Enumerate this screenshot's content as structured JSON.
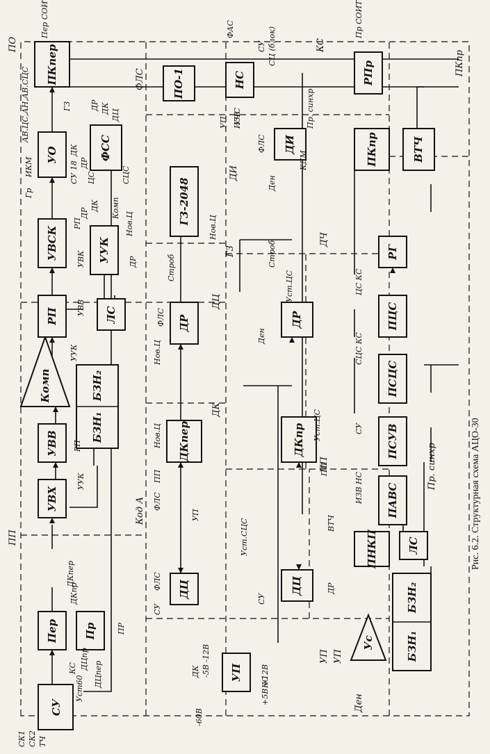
{
  "caption": "Рис. 6.2. Структурная схема АЦО-30",
  "blocks": {
    "su": "СУ",
    "per": "Пер",
    "pr": "Пр",
    "uvkh": "УВХ",
    "uvv": "УВВ",
    "komp": "Комп",
    "bzn1": "БЗН₁",
    "bzn2": "БЗН₂",
    "rp": "РП",
    "uvsk": "УВСК",
    "uo": "УО",
    "pkper": "ПКпер",
    "ls1": "ЛС",
    "uuk": "УУК",
    "fss": "ФСС",
    "po1": "ПО-1",
    "ns": "НС",
    "g3": "Г3-2048",
    "dr1": "ДР",
    "dkper": "ДКпер",
    "dc1": "ДЦ",
    "up": "УП",
    "di": "ДИ",
    "dr2": "ДР",
    "dkpr": "ДКпр",
    "dc2": "ДЦ",
    "pnkp": "ПНКП",
    "ls2": "ЛС",
    "us": "Ус",
    "bzn1b": "БЗН₁",
    "bzn2b": "БЗН₂",
    "rpr": "РПр",
    "pkpr": "ПКпр",
    "vtch": "ВТЧ",
    "rg": "РГ",
    "pcs": "ПЦС",
    "pscs": "ПСЦС",
    "psuv": "ПСУВ",
    "pavs": "ПАВС"
  },
  "zones": {
    "pp": "ПП",
    "po": "ПО",
    "fls": "ФЛС",
    "g3": "Г3",
    "dc": "ДЦ",
    "dk": "ДК",
    "up": "УП",
    "ks": "КС",
    "di": "ДИ",
    "dch": "ДЧ",
    "pp2": "ПП",
    "pkpr": "ПКпр",
    "pr_sinkhr": "Пр. синхр",
    "up2": "УП",
    "den": "Ден",
    "kod_a": "Код А"
  },
  "signals": {
    "per_soit": "Пер СОИТ",
    "pr_soit": "Пр СОИТ",
    "fas": "ФАС",
    "uchs": "УЧС",
    "su_top": "СУ",
    "sc_top": "СЦ (блок)",
    "av_tops": "АВ.ЦС,АН,АВ.СЦС",
    "gr": "Гр",
    "ikm": "ИКМ",
    "su18": "СУ 18",
    "g3a": "Г3",
    "g3b": "Г3",
    "g3c": "Г3",
    "g3d": "Г3",
    "dk_a": "ДК",
    "dr_a": "ДР",
    "sc_a": "ЦС",
    "scs_a": "СЦС",
    "dr_b": "ДР",
    "dk_b": "ДК",
    "dc_b": "ДЦ",
    "dr_c": "ДР",
    "dk_c": "ДК",
    "komp": "Комп",
    "novc": "Нов.Ц",
    "rp_a": "РП",
    "dr_d": "ДР",
    "uvk": "УВК",
    "uuk_a": "УУК",
    "uvv": "УВВ",
    "rp_b": "РП",
    "uuk_b": "УУК",
    "strob": "Строб",
    "novc2": "Нов.Ц",
    "fls_a": "ФЛС",
    "novc3": "Нов.Ц",
    "fls_b": "ФЛС",
    "pp_a": "ПП",
    "kod_a": "Код А",
    "novc4": "Нов.Ц",
    "su_b": "СУ",
    "fls_c": "ФЛС",
    "up_a": "УП",
    "up_b": "УП",
    "izv_a": "ИЗВ",
    "fls_d": "ФЛС",
    "kdm": "КДМ",
    "pr_sinkhr_a": "Пр. синхр",
    "den_a": "Ден",
    "strob2": "Строб",
    "ust_cs": "Уст.ЦС",
    "den_b": "Ден",
    "ust_cs2": "Уст.ЦС",
    "pp_b": "ПП",
    "ust_scs": "Уст.СЦС",
    "su_c": "СУ",
    "dr_e": "ДР",
    "vtch": "ВТЧ",
    "cs_ks": "ЦС КС",
    "scs_ks": "СЦС КС",
    "su_d": "СУ",
    "izv_ns": "ИЗВ НС",
    "ck1": "СК1",
    "ck2": "СК2",
    "tch": "ТЧ",
    "ks_a": "КС",
    "dc_pr": "ДЦпр",
    "dc_per": "ДЦпер",
    "dk_pr": "ДКпр",
    "dk_per": "ДКпер",
    "dk_up": "ДК",
    "m5_12": "-5В -12В",
    "p5_12": "+5В +12В",
    "m60": "-60В",
    "ks_up": "КС",
    "ust_60": "Уст60",
    "pr_a": "ПР"
  }
}
